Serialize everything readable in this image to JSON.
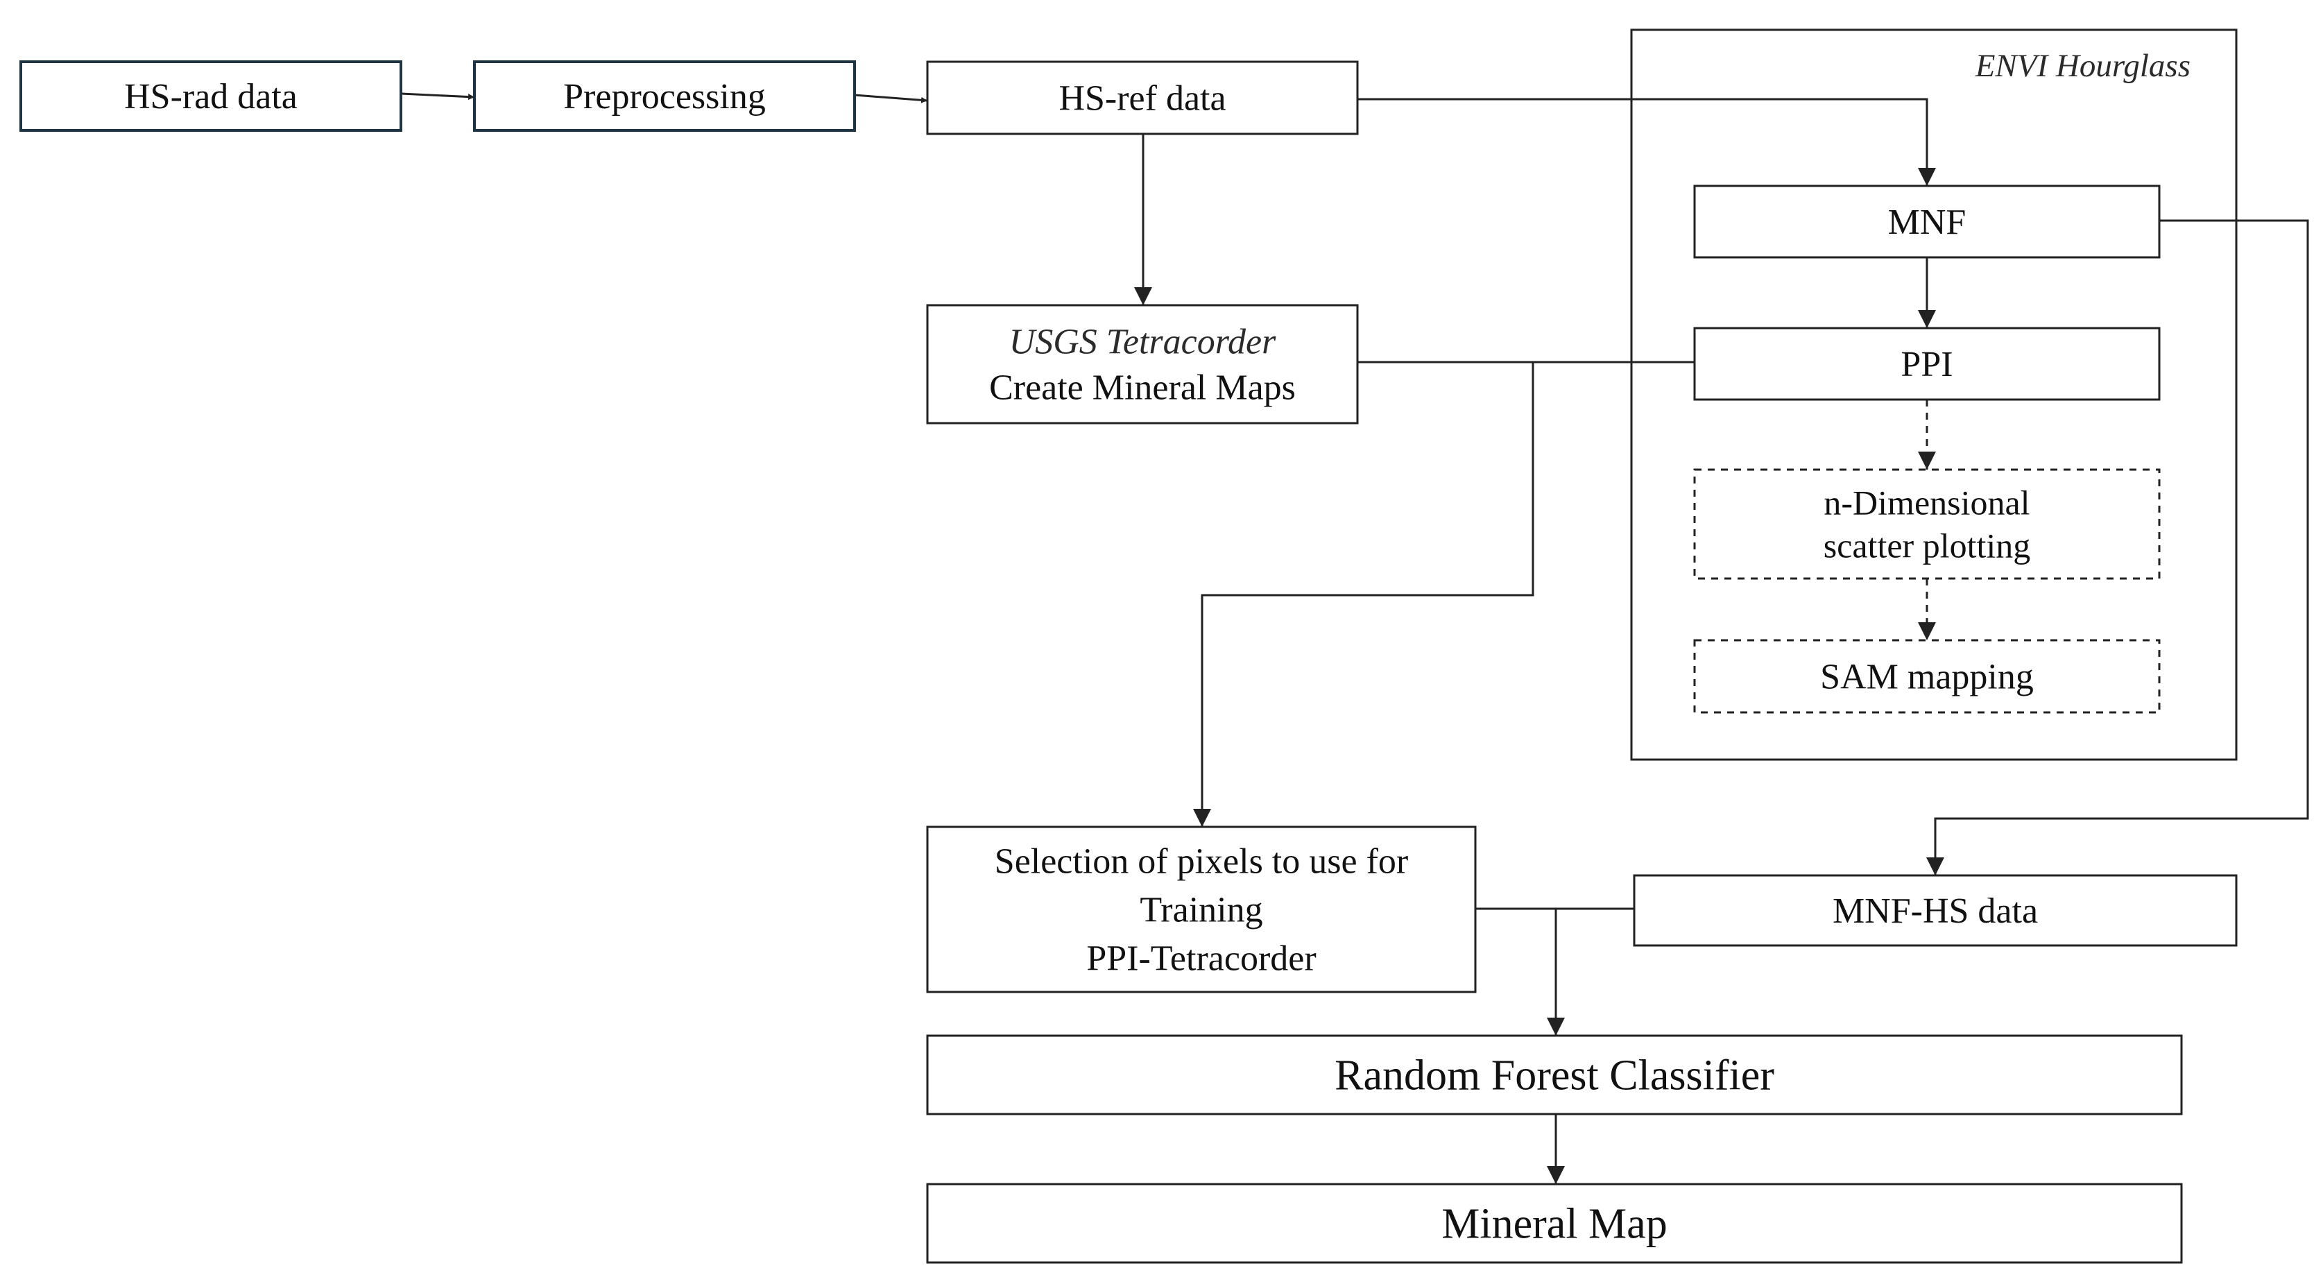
{
  "diagram": {
    "group": {
      "id": "envi-hourglass",
      "label": "ENVI Hourglass"
    },
    "nodes": [
      {
        "id": "hs-rad-data",
        "lines": [
          {
            "text": "HS-rad data"
          }
        ],
        "style": "dark"
      },
      {
        "id": "preprocessing",
        "lines": [
          {
            "text": "Preprocessing"
          }
        ],
        "style": "dark"
      },
      {
        "id": "hs-ref-data",
        "lines": [
          {
            "text": "HS-ref data"
          }
        ],
        "style": "solid"
      },
      {
        "id": "mnf",
        "lines": [
          {
            "text": "MNF"
          }
        ],
        "style": "solid"
      },
      {
        "id": "usgs-tetracorder",
        "lines": [
          {
            "text": "USGS Tetracorder",
            "italic": true
          },
          {
            "text": "Create Mineral Maps"
          }
        ],
        "style": "solid"
      },
      {
        "id": "ppi",
        "lines": [
          {
            "text": "PPI"
          }
        ],
        "style": "solid"
      },
      {
        "id": "n-dimensional-scatter-plotting",
        "lines": [
          {
            "text": "n-Dimensional"
          },
          {
            "text": "scatter plotting"
          }
        ],
        "style": "dashed"
      },
      {
        "id": "sam-mapping",
        "lines": [
          {
            "text": "SAM mapping"
          }
        ],
        "style": "dashed"
      },
      {
        "id": "selection-of-pixels",
        "lines": [
          {
            "text": "Selection of pixels to use for"
          },
          {
            "text": "Training"
          },
          {
            "text": "PPI-Tetracorder"
          }
        ],
        "style": "solid"
      },
      {
        "id": "mnf-hs-data",
        "lines": [
          {
            "text": "MNF-HS data"
          }
        ],
        "style": "solid"
      },
      {
        "id": "random-forest-classifier",
        "lines": [
          {
            "text": "Random Forest Classifier"
          }
        ],
        "style": "solid",
        "emphasis": "large"
      },
      {
        "id": "mineral-map",
        "lines": [
          {
            "text": "Mineral Map"
          }
        ],
        "style": "solid",
        "emphasis": "large"
      }
    ],
    "edges": [
      {
        "id": "hs-rad-data-to-preprocessing",
        "from": "hs-rad-data",
        "to": "preprocessing",
        "style": "solid"
      },
      {
        "id": "preprocessing-to-hs-ref-data",
        "from": "preprocessing",
        "to": "hs-ref-data",
        "style": "solid"
      },
      {
        "id": "hs-ref-data-to-mnf",
        "from": "hs-ref-data",
        "to": "mnf",
        "style": "solid"
      },
      {
        "id": "hs-ref-data-to-usgs-tetracorder",
        "from": "hs-ref-data",
        "to": "usgs-tetracorder",
        "style": "solid"
      },
      {
        "id": "mnf-to-ppi",
        "from": "mnf",
        "to": "ppi",
        "style": "solid"
      },
      {
        "id": "ppi-to-n-dimensional-scatter-plotting",
        "from": "ppi",
        "to": "n-dimensional-scatter-plotting",
        "style": "dashed"
      },
      {
        "id": "n-dimensional-scatter-plotting-to-sam-mapping",
        "from": "n-dimensional-scatter-plotting",
        "to": "sam-mapping",
        "style": "dashed"
      },
      {
        "id": "usgs-tetracorder-and-ppi-to-selection-of-pixels",
        "from": "usgs-tetracorder + ppi",
        "to": "selection-of-pixels",
        "style": "solid"
      },
      {
        "id": "mnf-to-mnf-hs-data",
        "from": "mnf",
        "to": "mnf-hs-data",
        "style": "solid"
      },
      {
        "id": "selection-and-mnf-hs-data-to-random-forest-classifier",
        "from": "selection-of-pixels + mnf-hs-data",
        "to": "random-forest-classifier",
        "style": "solid"
      },
      {
        "id": "random-forest-classifier-to-mineral-map",
        "from": "random-forest-classifier",
        "to": "mineral-map",
        "style": "solid"
      }
    ],
    "colors": {
      "line": "#222222",
      "dark_border": "#1f3442",
      "text": "#111111",
      "group_label": "#2b2b2b",
      "background": "#ffffff"
    }
  }
}
